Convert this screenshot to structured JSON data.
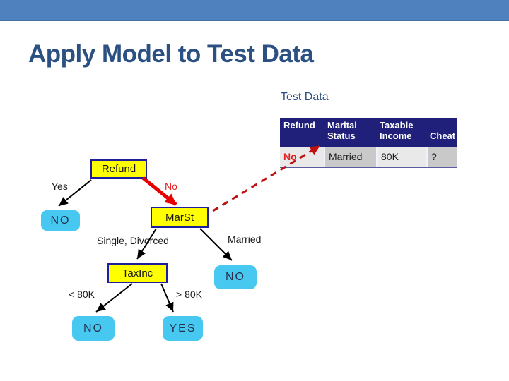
{
  "slide": {
    "title": "Apply Model to Test Data",
    "section_label": "Test Data"
  },
  "table": {
    "headers": [
      "Refund",
      "Marital Status",
      "Taxable Income",
      "Cheat"
    ],
    "rows": [
      [
        "No",
        "Married",
        "80K",
        "?"
      ]
    ]
  },
  "tree": {
    "nodes": {
      "root": "Refund",
      "marst": "MarSt",
      "taxinc": "TaxInc",
      "leaf_refund_yes": "NO",
      "leaf_married": "NO",
      "leaf_lt80k": "NO",
      "leaf_gt80k": "YES"
    },
    "edges": {
      "refund_yes": "Yes",
      "refund_no": "No",
      "marst_single": "Single, Divorced",
      "marst_married": "Married",
      "taxinc_lt": "< 80K",
      "taxinc_gt": "> 80K"
    }
  },
  "colors": {
    "top_bar": "#4e81bd",
    "title_text": "#2b5081",
    "node_fill": "#ffff00",
    "node_border": "#1f1f9e",
    "leaf_fill": "#47c8f0",
    "table_header_bg": "#20207a",
    "table_cell_light": "#e9e9e9",
    "table_cell_gray": "#c9c9c9",
    "highlight_red": "#e80000",
    "dashed_red": "#c01010"
  }
}
